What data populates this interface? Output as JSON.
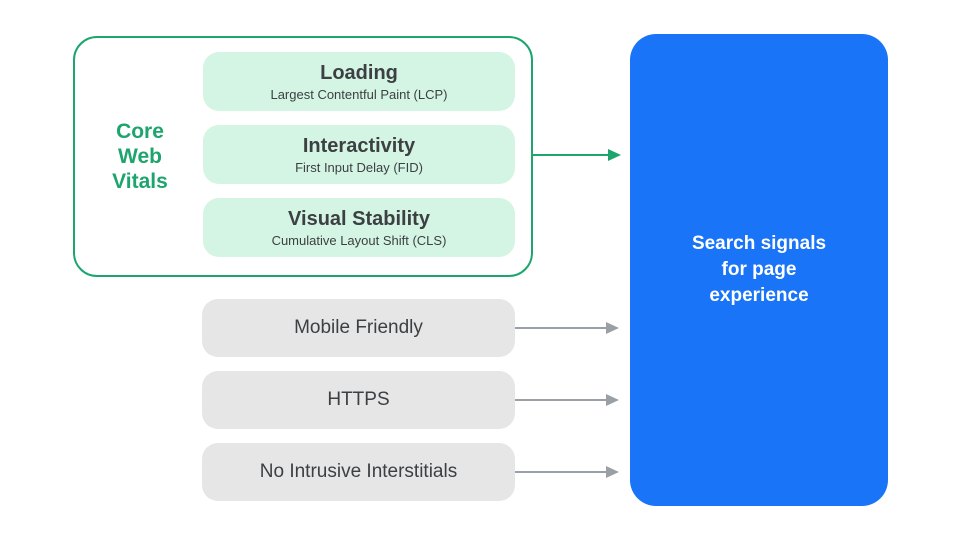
{
  "diagram": {
    "core_web_vitals": {
      "label": "Core\nWeb\nVitals",
      "items": [
        {
          "title": "Loading",
          "subtitle": "Largest Contentful Paint (LCP)"
        },
        {
          "title": "Interactivity",
          "subtitle": "First Input Delay (FID)"
        },
        {
          "title": "Visual Stability",
          "subtitle": "Cumulative Layout Shift (CLS)"
        }
      ]
    },
    "other_signals": [
      {
        "label": "Mobile Friendly"
      },
      {
        "label": "HTTPS"
      },
      {
        "label": "No Intrusive Interstitials"
      }
    ],
    "result": {
      "label": "Search signals\nfor page\nexperience"
    }
  },
  "colors": {
    "green": "#1ea46d",
    "green_light": "#d5f5e4",
    "grey_pill": "#e6e6e7",
    "arrow_grey": "#9aa0a6",
    "blue": "#1a74f8",
    "text_dark": "#3c4043",
    "background": "#ffffff"
  }
}
